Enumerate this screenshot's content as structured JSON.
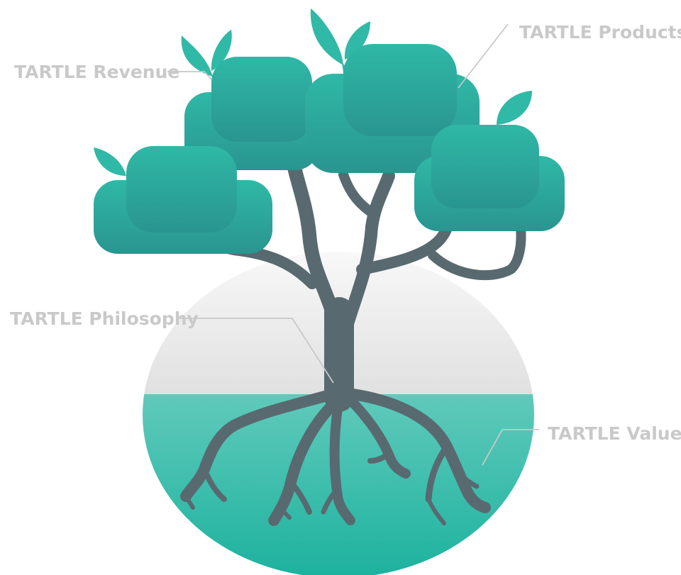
{
  "labels": {
    "revenue": "TARTLE Revenue",
    "products": "TARTLE Products",
    "philosophy": "TARTLE Philosophy",
    "values": "TARTLE Values"
  },
  "colors": {
    "canopy_top": "#2fb7a5",
    "canopy_bottom": "#2a968f",
    "leaf": "#30b9a6",
    "trunk": "#586a70",
    "sky_top": "#f7f7f7",
    "sky_bottom": "#c4c4c4",
    "ground_top": "#8fdacf",
    "ground_bottom": "#1fb39f",
    "label": "#c9c9c9",
    "leader_line": "#c8c8c8"
  }
}
